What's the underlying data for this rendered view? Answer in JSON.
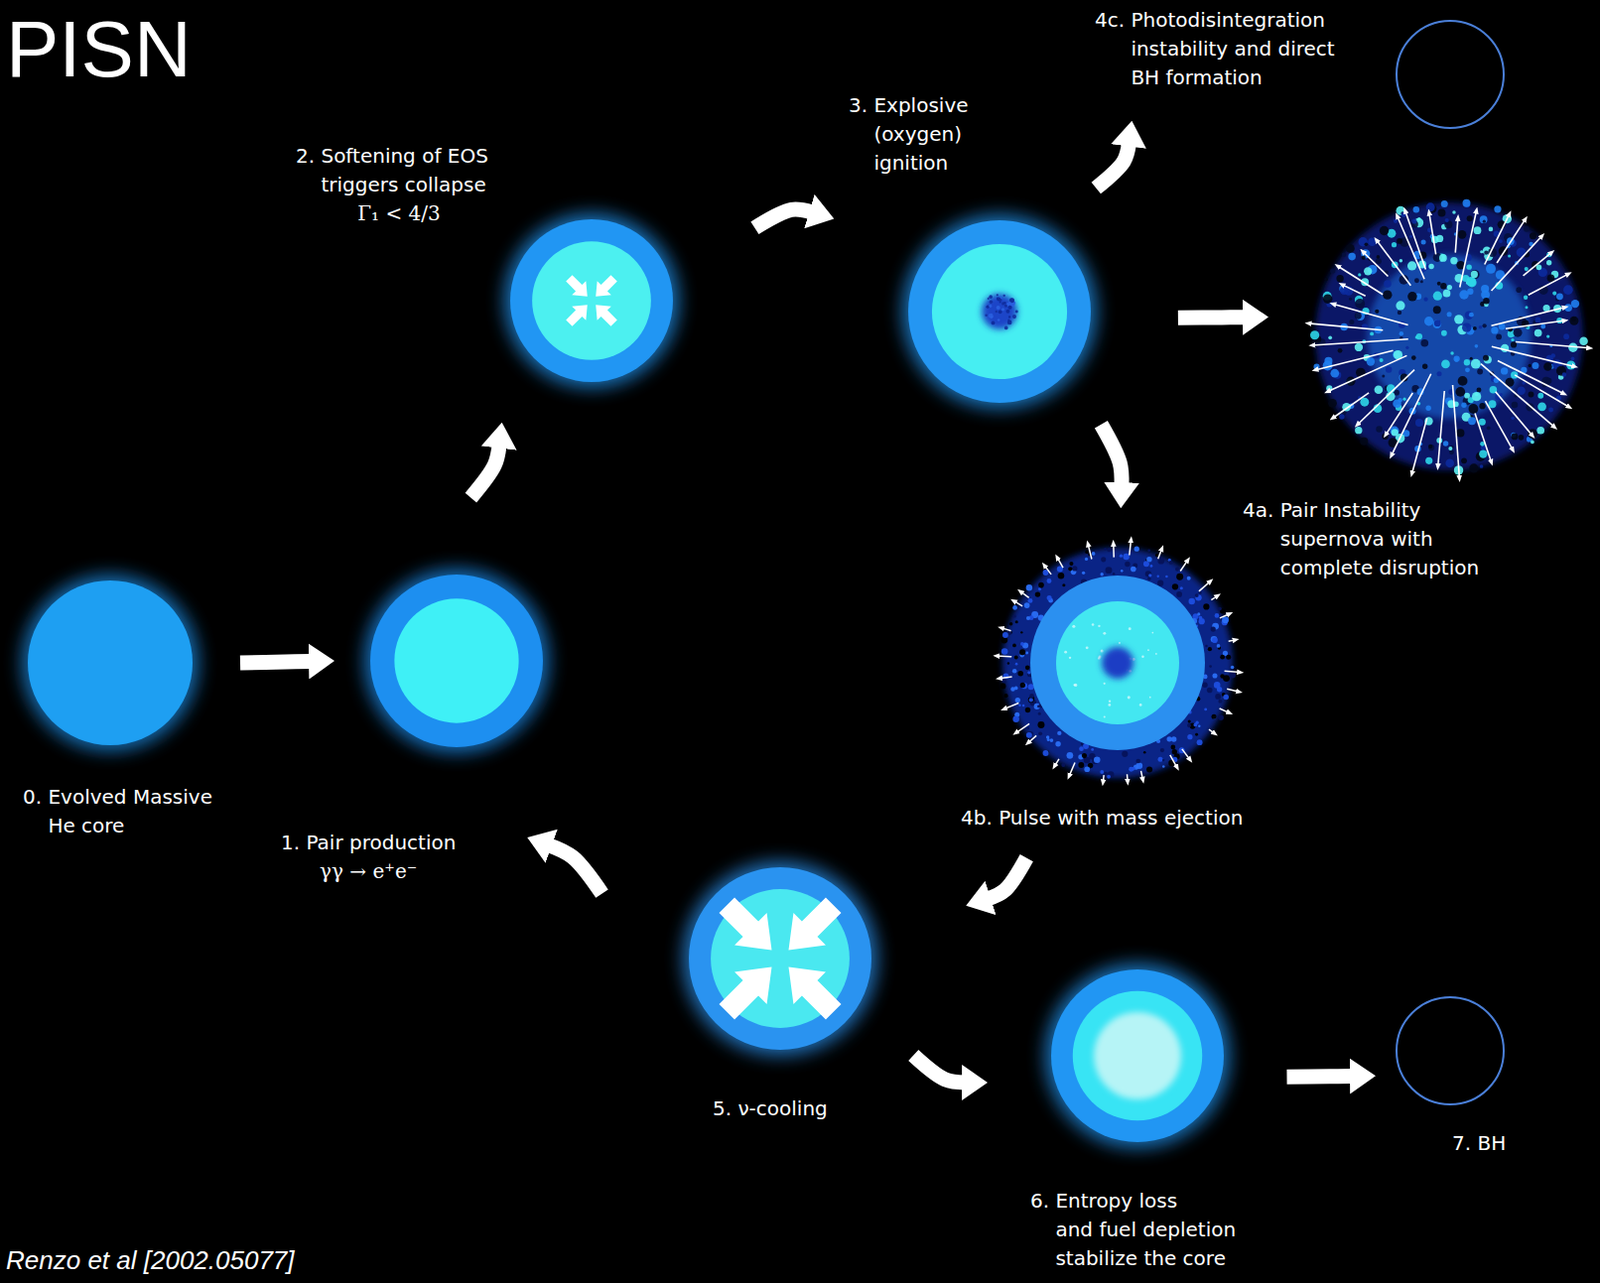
{
  "diagram": {
    "title": "PISN",
    "caption": "Renzo et al [2002.05077]",
    "nodes": [
      {
        "text": [
          "0. Evolved Massive He core"
        ]
      },
      {
        "text": [
          "1. Pair production",
          "γγ → e⁺e⁻"
        ]
      },
      {
        "text": [
          "2. Softening of EOS triggers collapse",
          "Γ₁ < 4/3"
        ]
      },
      {
        "text": [
          "3. Explosive (oxygen) ignition"
        ]
      },
      {
        "text": [
          "4c. Photodisintegration instability and direct BH formation"
        ]
      },
      {
        "text": [
          "4a. Pair Instability supernova with complete disruption"
        ]
      },
      {
        "text": [
          "4b. Pulse with mass ejection"
        ]
      },
      {
        "text": [
          "5. ν-cooling"
        ]
      },
      {
        "text": [
          "6. Entropy loss and fuel depletion stabilize the core"
        ]
      },
      {
        "text": [
          "7. BH"
        ]
      }
    ],
    "edges": [
      {
        "from": 0,
        "to": 1,
        "arrow": "to"
      },
      {
        "from": 1,
        "to": 2,
        "arrow": "to"
      },
      {
        "from": 2,
        "to": 3,
        "arrow": "to"
      },
      {
        "from": 3,
        "to": 4,
        "arrow": "to"
      },
      {
        "from": 3,
        "to": 5,
        "arrow": "to"
      },
      {
        "from": 3,
        "to": 6,
        "arrow": "to"
      },
      {
        "from": 6,
        "to": 7,
        "arrow": "to"
      },
      {
        "from": 7,
        "to": 8,
        "arrow": "to"
      },
      {
        "from": 8,
        "to": 9,
        "arrow": "to"
      },
      {
        "from": 7,
        "to": 1,
        "arrow": "to"
      }
    ]
  }
}
